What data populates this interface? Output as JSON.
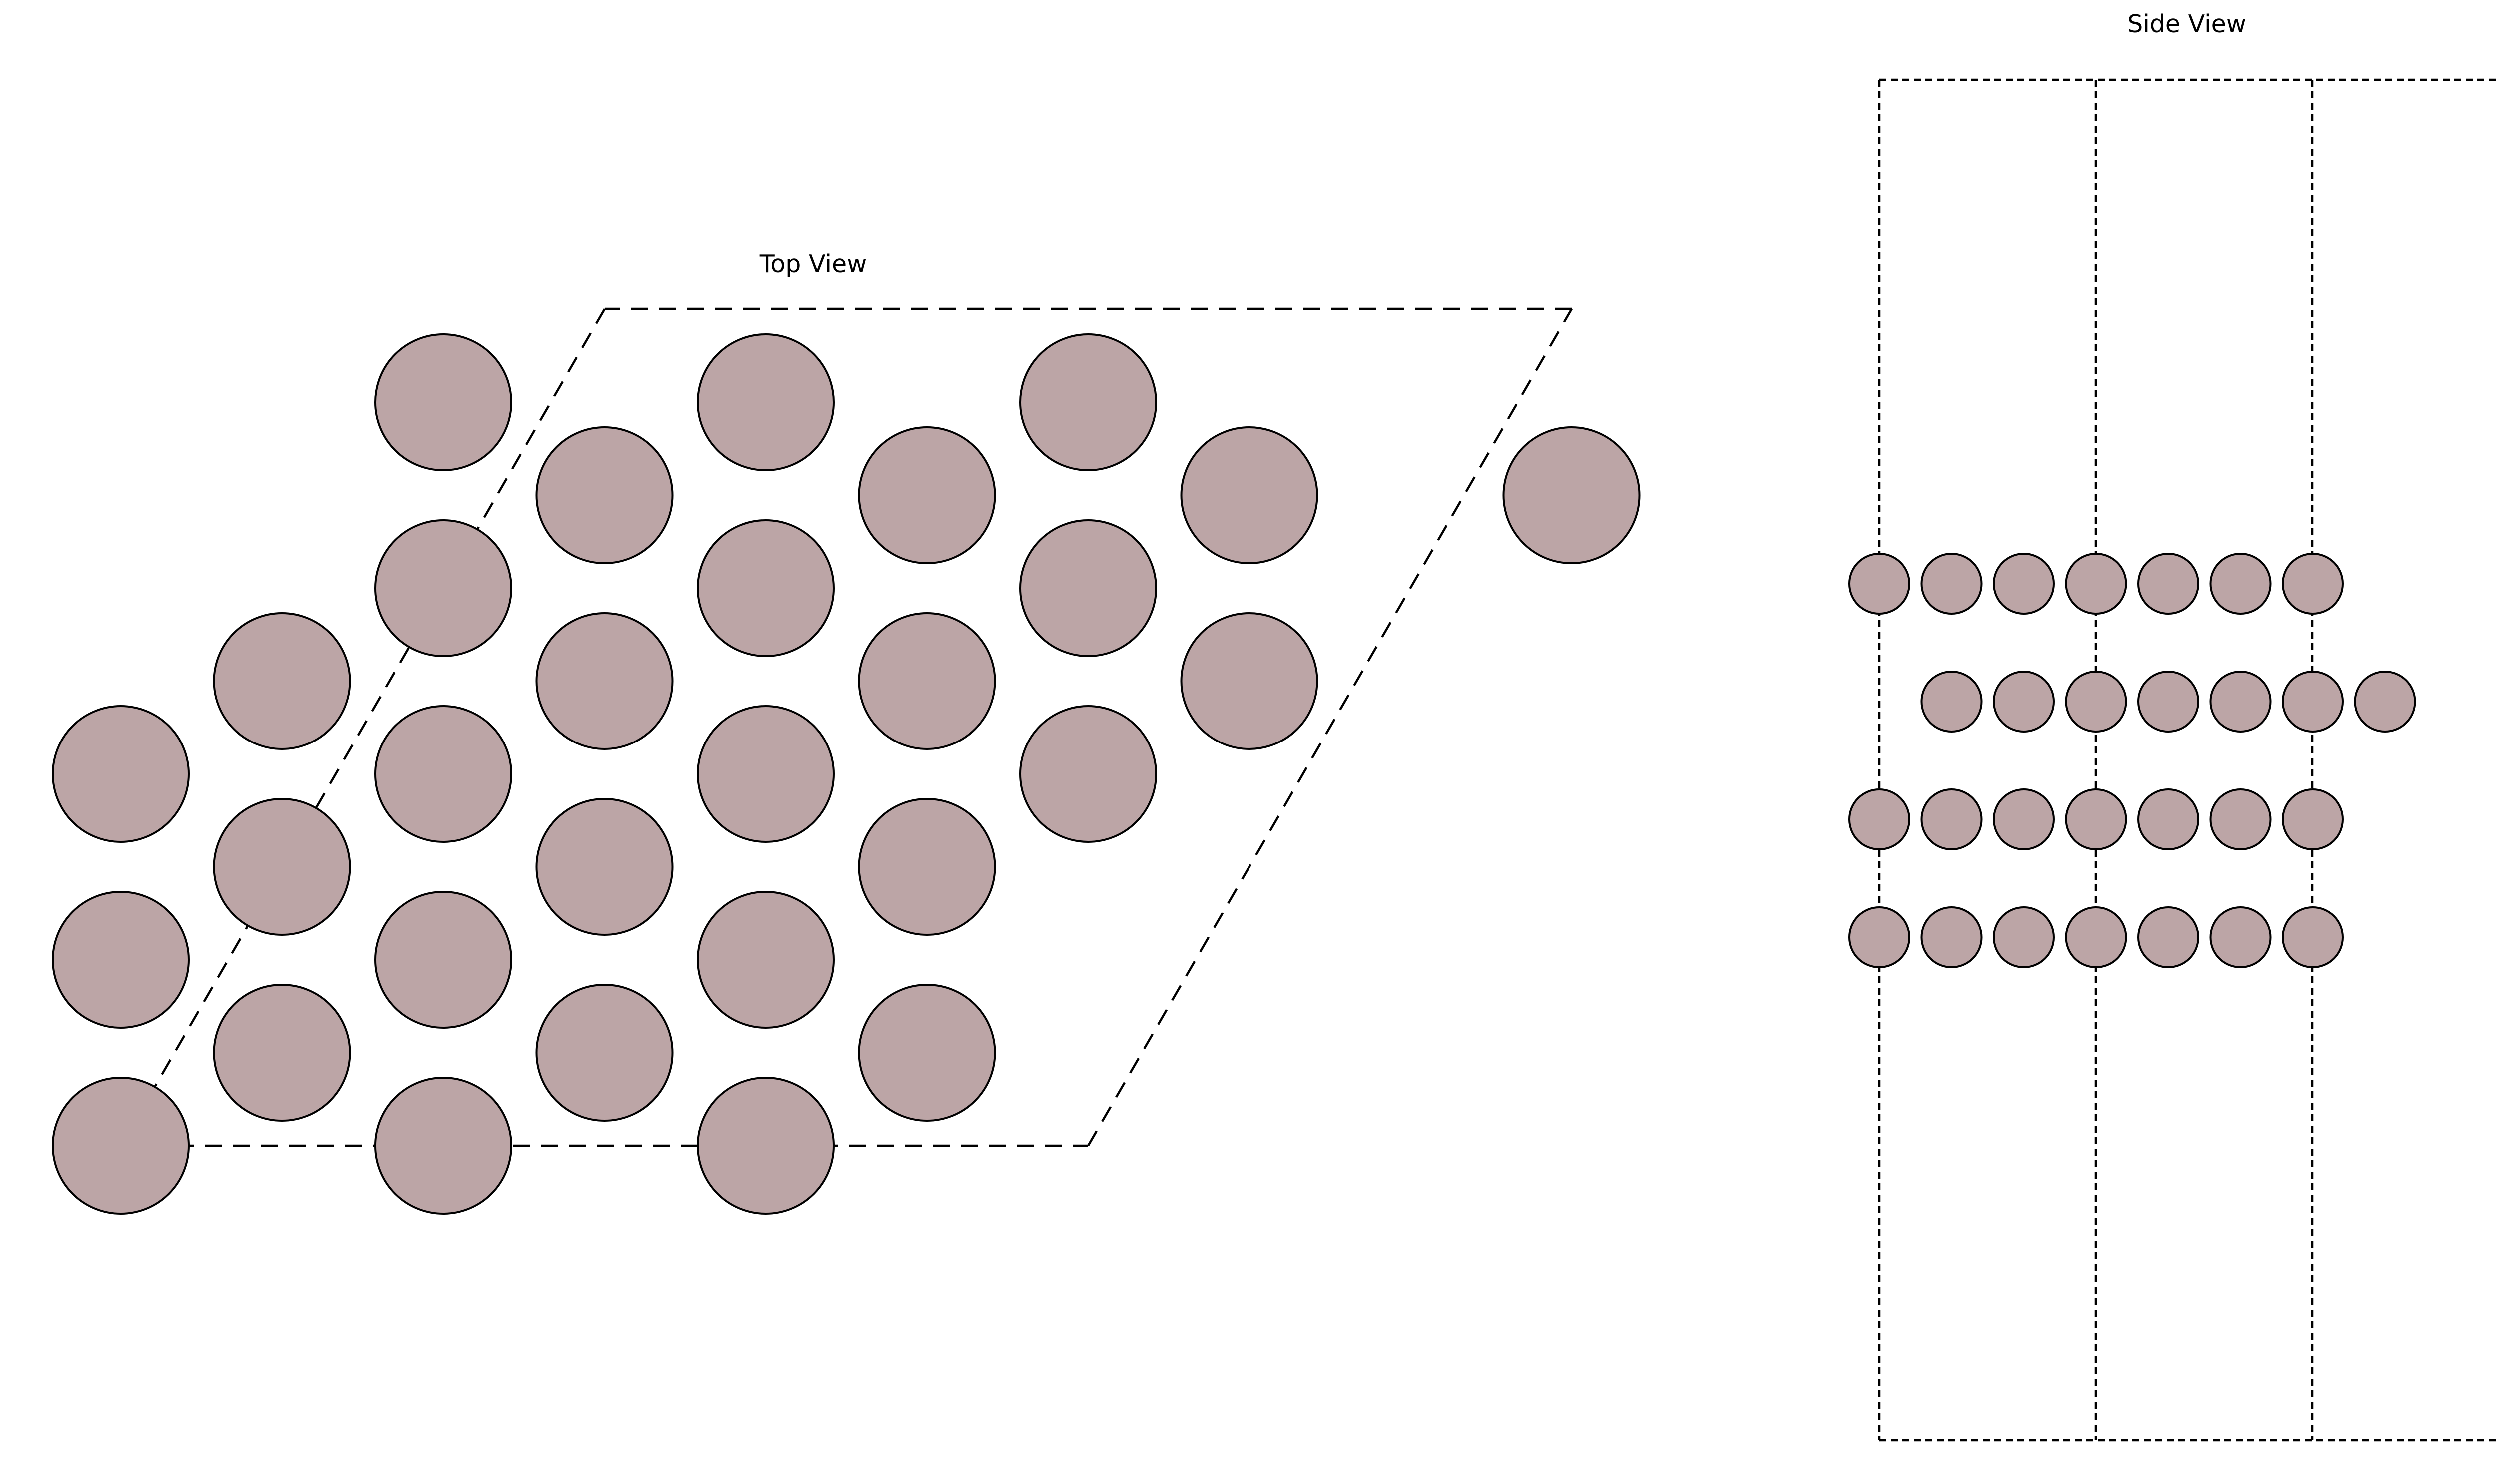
{
  "top_view": {
    "title": "Top View",
    "atom_rows": [
      [
        0,
        1,
        2
      ],
      [
        0.5,
        1.5,
        2.5
      ],
      [
        0,
        1,
        2
      ],
      [
        0.5,
        1.5,
        2.5
      ],
      [
        0,
        1,
        2,
        3
      ],
      [
        0.5,
        1.5,
        2.5,
        3.5
      ],
      [
        1,
        2,
        3
      ],
      [
        1.5,
        2.5,
        3.5,
        4.5
      ],
      [
        1,
        2,
        3
      ]
    ]
  },
  "side_view": {
    "title": "Side View",
    "atom_layers": [
      [
        0,
        1,
        2,
        3,
        4,
        5,
        6
      ],
      [
        0,
        1,
        2,
        3,
        4,
        5,
        6
      ],
      [
        1,
        2,
        3,
        4,
        5,
        6,
        7
      ],
      [
        0,
        1,
        2,
        3,
        4,
        5,
        6
      ]
    ]
  },
  "colors": {
    "atom_fill": "#bca5a6",
    "atom_stroke": "#000000",
    "cell_line": "#000000",
    "background": "#ffffff"
  }
}
